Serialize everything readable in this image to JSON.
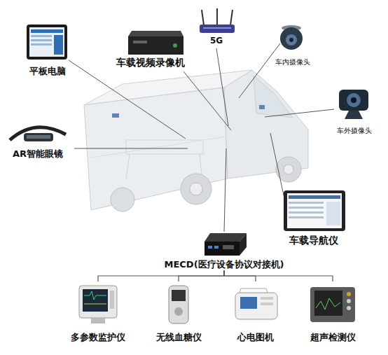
{
  "diagram": {
    "nodes": [
      {
        "text": [
          "平板电脑"
        ]
      },
      {
        "text": [
          "车载视频录像机"
        ]
      },
      {
        "text": [
          "5G"
        ]
      },
      {
        "text": [
          "车内摄像头"
        ]
      },
      {
        "text": [
          "车外摄像头"
        ]
      },
      {
        "text": [
          "AR智能眼镜"
        ]
      },
      {
        "text": [
          "车载导航仪"
        ]
      },
      {
        "text": [
          "MECD(医疗设备协议对接机)"
        ]
      },
      {
        "text": [
          "多参数监护仪"
        ]
      },
      {
        "text": [
          "无线血糖仪"
        ]
      },
      {
        "text": [
          "心电图机"
        ]
      },
      {
        "text": [
          "超声检测仪"
        ]
      }
    ],
    "edges": [
      {
        "from": 7,
        "to": 8,
        "arrow": "none"
      },
      {
        "from": 7,
        "to": 9,
        "arrow": "none"
      },
      {
        "from": 7,
        "to": 10,
        "arrow": "none"
      },
      {
        "from": 7,
        "to": 11,
        "arrow": "none"
      }
    ]
  }
}
